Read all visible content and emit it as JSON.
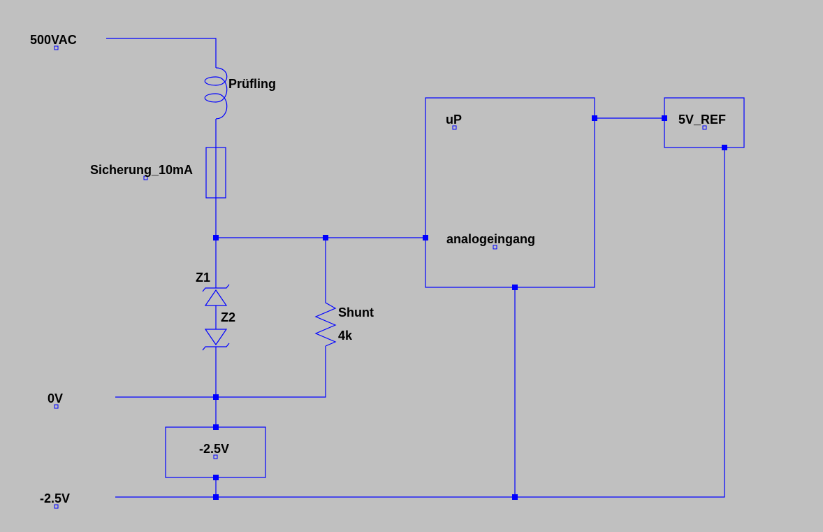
{
  "labels": {
    "net_500vac": "500VAC",
    "net_0v": "0V",
    "net_minus_2_5v": "-2.5V",
    "dut": "Prüfling",
    "fuse": "Sicherung_10mA",
    "zener1": "Z1",
    "zener2": "Z2",
    "shunt_name": "Shunt",
    "shunt_value": "4k",
    "microcontroller": "uP",
    "analog_input": "analogeingang",
    "reference": "5V_REF",
    "supply_block": "-2.5V"
  },
  "colors": {
    "background": "#c0c0c0",
    "wire": "#0000ff",
    "text": "#000000"
  }
}
